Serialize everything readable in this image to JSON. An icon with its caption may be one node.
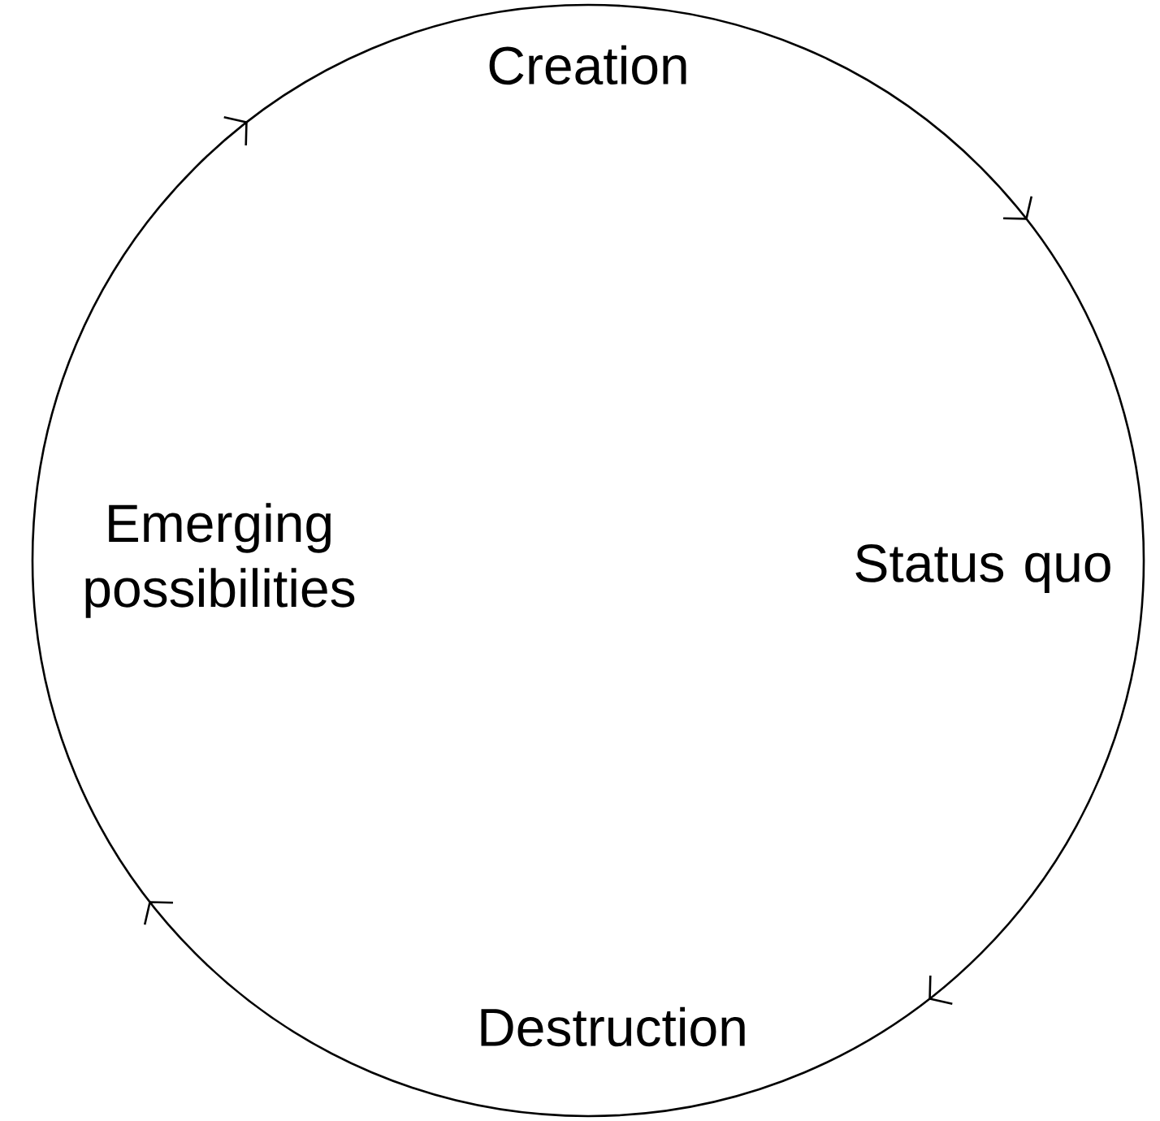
{
  "diagram": {
    "nodes": [
      {
        "text": [
          "Creation"
        ]
      },
      {
        "text": [
          "Status quo"
        ]
      },
      {
        "text": [
          "Destruction"
        ]
      },
      {
        "text": [
          "Emerging possibilities"
        ]
      }
    ],
    "edges": [
      {
        "from": 0,
        "to": 1,
        "arrow": "to"
      },
      {
        "from": 1,
        "to": 2,
        "arrow": "to"
      },
      {
        "from": 2,
        "to": 3,
        "arrow": "to"
      },
      {
        "from": 3,
        "to": 0,
        "arrow": "to"
      }
    ]
  }
}
